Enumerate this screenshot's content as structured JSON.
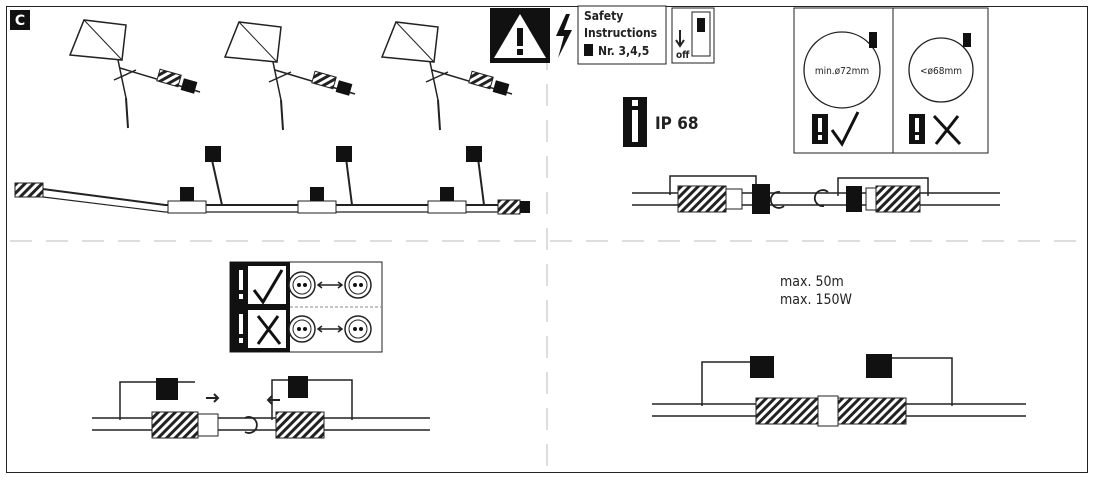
{
  "section_label": "C",
  "safety": {
    "title_line1": "Safety",
    "title_line2": "Instructions",
    "pages": "Nr. 3,4,5",
    "switch_label": "off"
  },
  "ip_rating": "IP 68",
  "coil": {
    "min_label": "min.ø72mm",
    "max_label": "<ø68mm"
  },
  "limits": {
    "line1": "max. 50m",
    "line2": "max. 150W"
  },
  "icons": [
    "warning-icon",
    "lightning-icon",
    "manual-icon",
    "info-icon",
    "check-icon",
    "cross-icon",
    "rotate-icon",
    "arrow-icon"
  ]
}
